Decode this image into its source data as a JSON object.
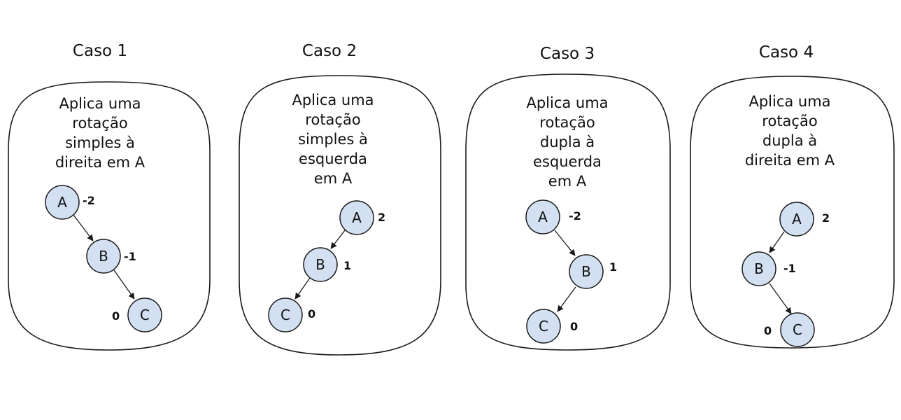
{
  "cases": [
    {
      "title": "Caso 1",
      "description": [
        "Aplica uma",
        "rotação",
        "simples à",
        "direita em A"
      ],
      "nodes": [
        {
          "id": "A",
          "label": "A",
          "balance": "-2"
        },
        {
          "id": "B",
          "label": "B",
          "balance": "-1"
        },
        {
          "id": "C",
          "label": "C",
          "balance": "0"
        }
      ],
      "edges": [
        [
          "A",
          "B"
        ],
        [
          "B",
          "C"
        ]
      ]
    },
    {
      "title": "Caso 2",
      "description": [
        "Aplica uma",
        "rotação",
        "simples à",
        "esquerda",
        "em A"
      ],
      "nodes": [
        {
          "id": "A",
          "label": "A",
          "balance": "2"
        },
        {
          "id": "B",
          "label": "B",
          "balance": "1"
        },
        {
          "id": "C",
          "label": "C",
          "balance": "0"
        }
      ],
      "edges": [
        [
          "A",
          "B"
        ],
        [
          "B",
          "C"
        ]
      ]
    },
    {
      "title": "Caso 3",
      "description": [
        "Aplica uma",
        "rotação",
        "dupla à",
        "esquerda",
        "em A"
      ],
      "nodes": [
        {
          "id": "A",
          "label": "A",
          "balance": "-2"
        },
        {
          "id": "B",
          "label": "B",
          "balance": "1"
        },
        {
          "id": "C",
          "label": "C",
          "balance": "0"
        }
      ],
      "edges": [
        [
          "A",
          "B"
        ],
        [
          "B",
          "C"
        ]
      ]
    },
    {
      "title": "Caso 4",
      "description": [
        "Aplica uma",
        "rotação",
        "dupla à",
        "direita em A"
      ],
      "nodes": [
        {
          "id": "A",
          "label": "A",
          "balance": "2"
        },
        {
          "id": "B",
          "label": "B",
          "balance": "-1"
        },
        {
          "id": "C",
          "label": "C",
          "balance": "0"
        }
      ],
      "edges": [
        [
          "A",
          "B"
        ],
        [
          "B",
          "C"
        ]
      ]
    }
  ]
}
